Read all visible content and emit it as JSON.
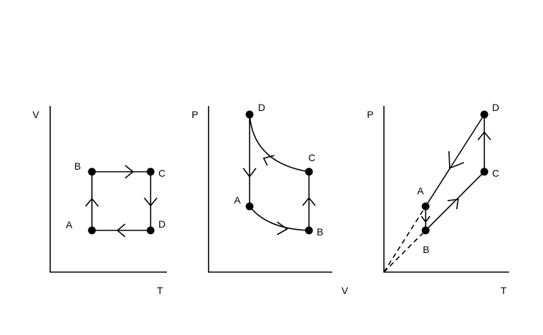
{
  "diagrams": [
    {
      "id": "vt",
      "axes": {
        "y": "V",
        "x": "T"
      },
      "points": {
        "A": "A",
        "B": "B",
        "C": "C",
        "D": "D"
      }
    },
    {
      "id": "pv",
      "axes": {
        "y": "P",
        "x": "V"
      },
      "points": {
        "A": "A",
        "B": "B",
        "C": "C",
        "D": "D"
      }
    },
    {
      "id": "pt",
      "axes": {
        "y": "P",
        "x": "T"
      },
      "points": {
        "A": "A",
        "B": "B",
        "C": "C",
        "D": "D"
      }
    }
  ]
}
